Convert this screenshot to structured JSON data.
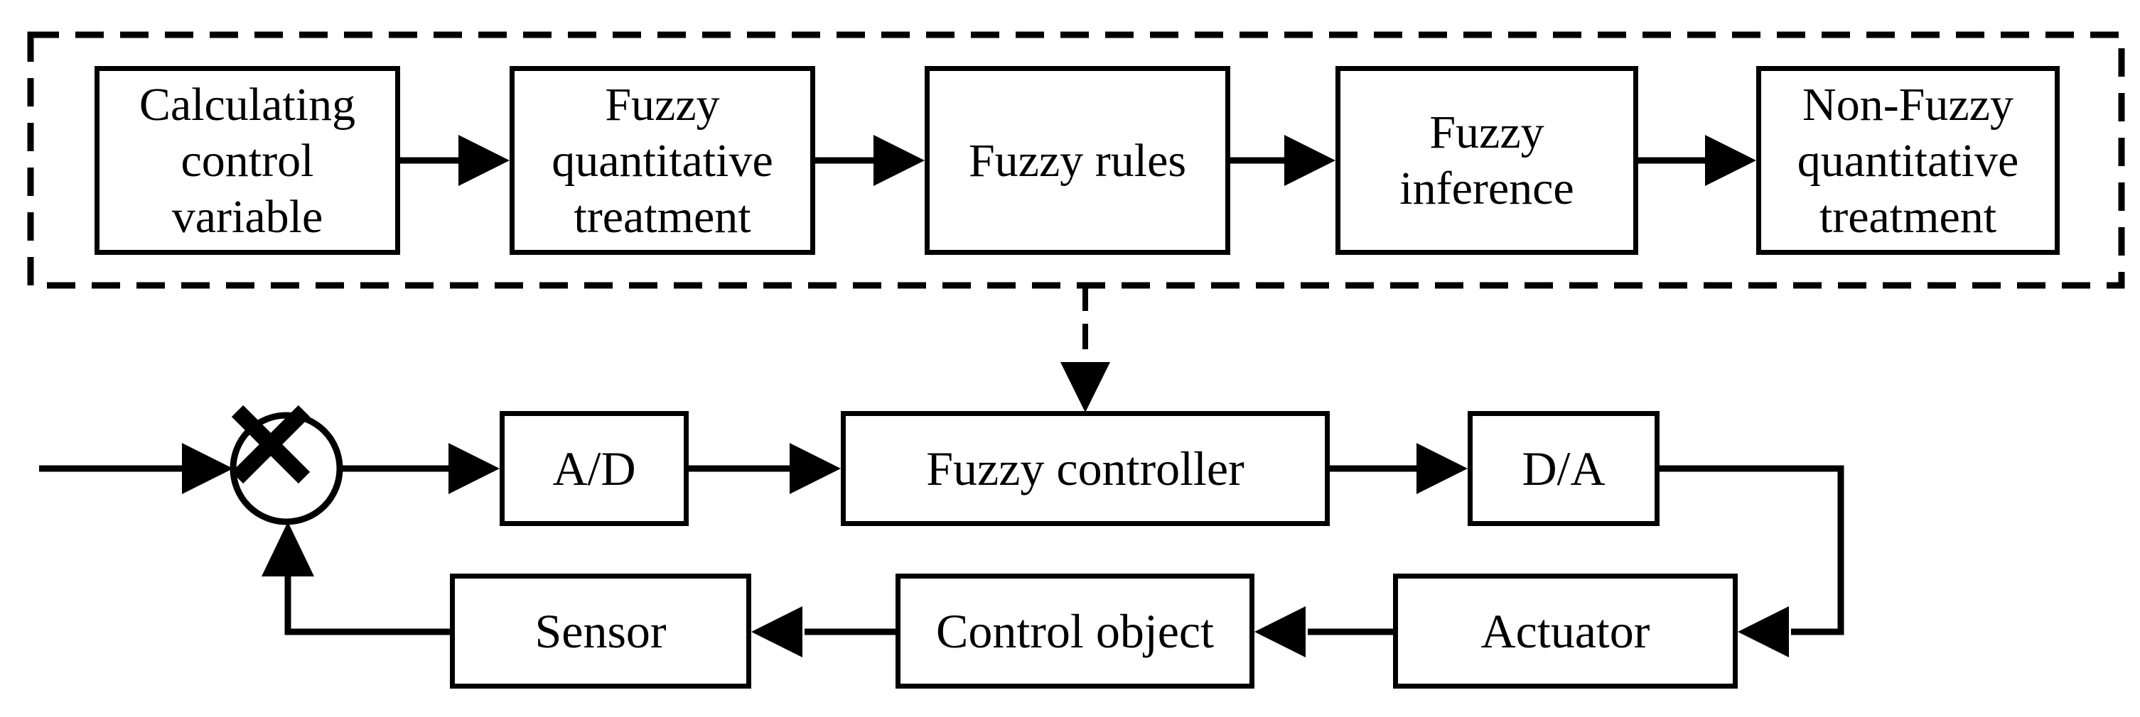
{
  "figure": {
    "kind": "fuzzy-control-system-block-diagram",
    "colors": {
      "background": "#ffffff",
      "stroke": "#000000",
      "text": "#000000"
    }
  },
  "fuzzy_pipeline": {
    "container": "dashed-rectangle",
    "boxes": [
      {
        "name": "calculating-control-variable",
        "lines": [
          "Calculating",
          "control",
          "variable"
        ]
      },
      {
        "name": "fuzzy-quantitative-treatment",
        "lines": [
          "Fuzzy",
          "quantitative",
          "treatment"
        ]
      },
      {
        "name": "fuzzy-rules",
        "lines": [
          "Fuzzy rules"
        ]
      },
      {
        "name": "fuzzy-inference",
        "lines": [
          "Fuzzy",
          "inference"
        ]
      },
      {
        "name": "non-fuzzy-quantitative-treatment",
        "lines": [
          "Non-Fuzzy",
          "quantitative",
          "treatment"
        ]
      }
    ]
  },
  "control_loop": {
    "boxes": [
      {
        "name": "ad-converter",
        "label": "A/D"
      },
      {
        "name": "fuzzy-controller",
        "label": "Fuzzy controller"
      },
      {
        "name": "da-converter",
        "label": "D/A"
      },
      {
        "name": "actuator",
        "label": "Actuator"
      },
      {
        "name": "control-object",
        "label": "Control object"
      },
      {
        "name": "sensor",
        "label": "Sensor"
      }
    ],
    "summing_junction": {
      "symbol": "circle-with-multiply-cross"
    }
  }
}
